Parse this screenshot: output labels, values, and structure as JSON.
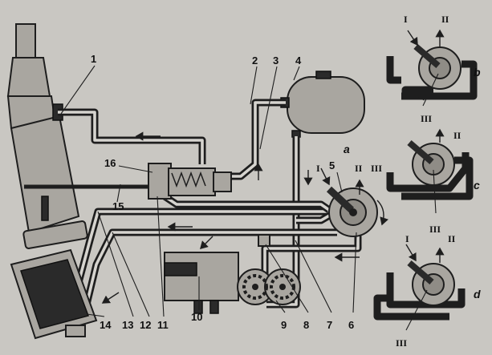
{
  "part_numbers": [
    "1",
    "2",
    "3",
    "4",
    "5",
    "6",
    "7",
    "8",
    "9",
    "10",
    "11",
    "12",
    "13",
    "14",
    "15",
    "16"
  ],
  "valve_positions": [
    "a",
    "b",
    "c",
    "d"
  ],
  "port_labels": [
    "I",
    "II",
    "III"
  ]
}
